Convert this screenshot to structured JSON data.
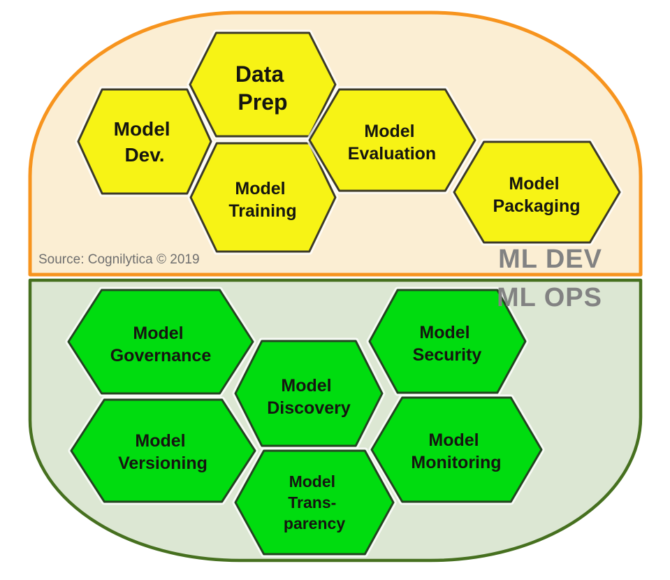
{
  "diagram": {
    "title_semantic": "Machine Learning lifecycle hexagon diagram",
    "source_note": "Source: Cognilytica © 2019",
    "colors": {
      "ml_dev_fill": "#FBEED3",
      "ml_dev_border": "#F7941E",
      "ml_dev_hex_fill": "#F7F315",
      "ml_dev_hex_border": "#3C3A28",
      "ml_ops_fill": "#DCE7D3",
      "ml_ops_border": "#46701F",
      "ml_ops_hex_fill": "#00DC0F",
      "ml_ops_hex_border": "#234420",
      "zone_label_color": "#828282",
      "source_note_color": "#6E6E6E"
    },
    "zones": {
      "ml_dev": {
        "label": "ML DEV"
      },
      "ml_ops": {
        "label": "ML OPS"
      }
    },
    "hexagons": {
      "data_prep": {
        "zone": "ml_dev",
        "lines": [
          "Data",
          "Prep"
        ]
      },
      "model_dev": {
        "zone": "ml_dev",
        "lines": [
          "Model",
          "Dev."
        ]
      },
      "model_training": {
        "zone": "ml_dev",
        "lines": [
          "Model",
          "Training"
        ]
      },
      "model_evaluation": {
        "zone": "ml_dev",
        "lines": [
          "Model",
          "Evaluation"
        ]
      },
      "model_packaging": {
        "zone": "ml_dev",
        "lines": [
          "Model",
          "Packaging"
        ]
      },
      "model_governance": {
        "zone": "ml_ops",
        "lines": [
          "Model",
          "Governance"
        ]
      },
      "model_security": {
        "zone": "ml_ops",
        "lines": [
          "Model",
          "Security"
        ]
      },
      "model_discovery": {
        "zone": "ml_ops",
        "lines": [
          "Model",
          "Discovery"
        ]
      },
      "model_versioning": {
        "zone": "ml_ops",
        "lines": [
          "Model",
          "Versioning"
        ]
      },
      "model_monitoring": {
        "zone": "ml_ops",
        "lines": [
          "Model",
          "Monitoring"
        ]
      },
      "model_transparency": {
        "zone": "ml_ops",
        "lines": [
          "Model",
          "Trans-",
          "parency"
        ]
      }
    }
  }
}
